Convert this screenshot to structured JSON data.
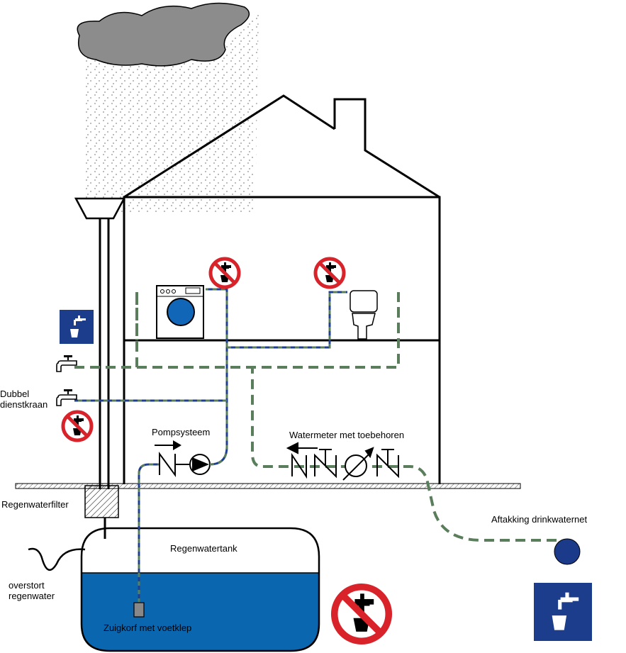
{
  "labels": {
    "dubbel_line1": "Dubbel",
    "dubbel_line2": "dienstkraan",
    "pompsysteem": "Pompsysteem",
    "watermeter": "Watermeter met toebehoren",
    "regenwaterfilter": "Regenwaterfilter",
    "aftakking": "Aftakking drinkwaternet",
    "regenwatertank": "Regenwatertank",
    "overstort_line1": "overstort",
    "overstort_line2": "regenwater",
    "zuigkorf": "Zuigkorf met voetklep"
  },
  "colors": {
    "pipe_green": "#5a7d5c",
    "pipe_blue": "#1f3f8f",
    "water": "#0b66b0",
    "sign_blue": "#1c3d8c",
    "prohibit_red": "#d8232a",
    "cloud": "#8c8c8c",
    "rain": "#8c8c8c",
    "ball": "#1c3a8a",
    "drum": "#1166b8"
  },
  "icons": {
    "prohibition_sign": "no-drinking-water-icon",
    "drinking_water_sign": "drinking-water-icon"
  }
}
